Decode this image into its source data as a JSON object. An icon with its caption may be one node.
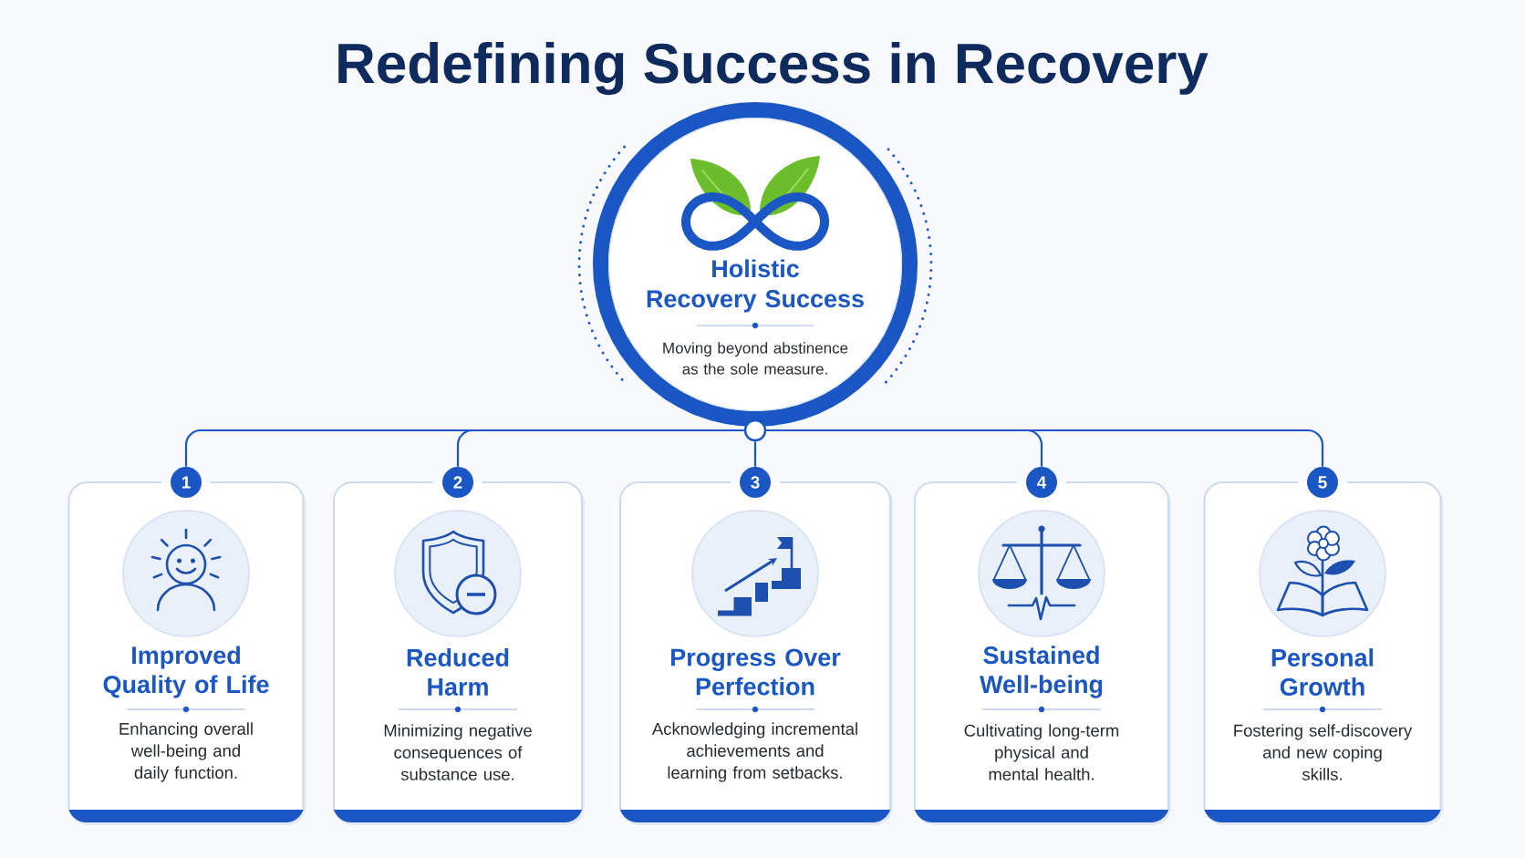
{
  "diagram": {
    "title": "Redefining Success in Recovery",
    "nodes": [
      {
        "text": [
          "Holistic Recovery Success",
          "Moving beyond abstinence as the sole measure."
        ]
      },
      {
        "text": [],
        "shape": "circle"
      },
      {
        "text": [
          "1"
        ]
      },
      {
        "text": [
          "Improved Quality of Life",
          "Enhancing overall well-being and daily function."
        ]
      },
      {
        "text": [
          "2"
        ]
      },
      {
        "text": [
          "Reduced Harm",
          "Minimizing negative consequences of substance use."
        ]
      },
      {
        "text": [
          "3"
        ]
      },
      {
        "text": [
          "Progress Over Perfection",
          "Acknowledging incremental achievements and learning from setbacks."
        ]
      },
      {
        "text": [
          "4"
        ]
      },
      {
        "text": [
          "Sustained Well-being",
          "Cultivating long-term physical and mental health."
        ]
      },
      {
        "text": [
          "5"
        ]
      },
      {
        "text": [
          "Personal Growth",
          "Fostering self-discovery and new coping skills."
        ]
      }
    ],
    "edges": [
      {
        "from": 1,
        "to": 2,
        "arrow": "none"
      },
      {
        "from": 1,
        "to": 4,
        "arrow": "none"
      },
      {
        "from": 1,
        "to": 6,
        "arrow": "none"
      },
      {
        "from": 1,
        "to": 8,
        "arrow": "none"
      },
      {
        "from": 1,
        "to": 10,
        "arrow": "none"
      }
    ]
  }
}
